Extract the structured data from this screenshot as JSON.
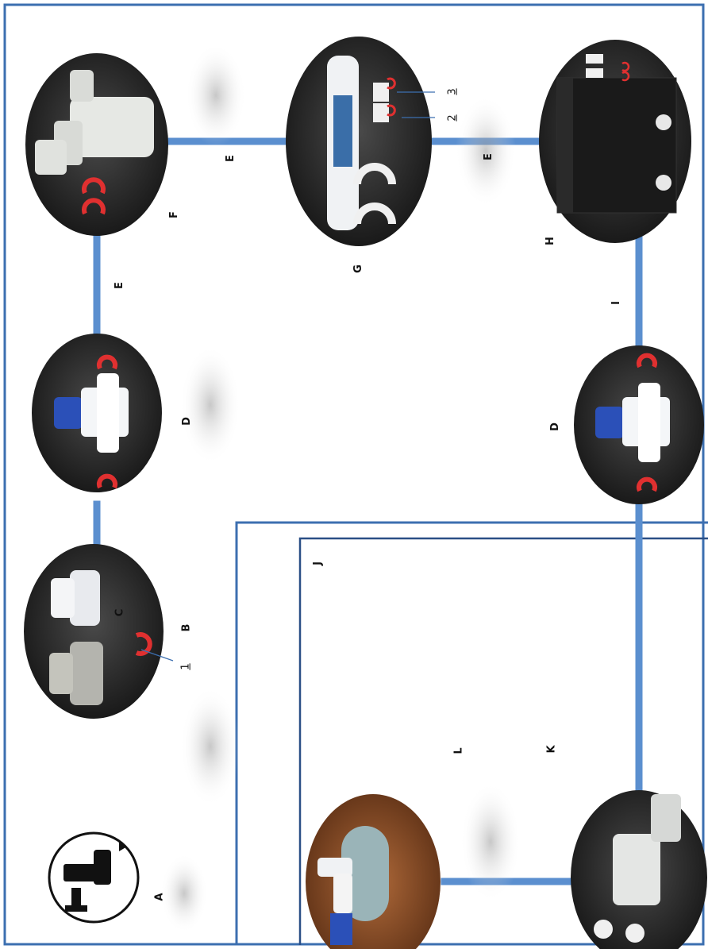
{
  "diagram": {
    "labels": {
      "a": "A",
      "b": "B",
      "c": "C",
      "d_top": "D",
      "e_top": "E",
      "f": "F",
      "e_mid": "E",
      "g": "G",
      "e_low": "E",
      "h": "H",
      "i": "I",
      "d_bottom": "D",
      "j": "J",
      "k": "K",
      "l": "L"
    },
    "callouts": {
      "one": "1",
      "two": "2",
      "three": "3"
    },
    "colors": {
      "pipe": "#5b8fcf",
      "frame": "#3c6fb0",
      "clip": "#e03030",
      "photo_bg": "#2b2b2b"
    },
    "components": {
      "a": "tap-icon",
      "b": "adapter-fittings-photo",
      "d": "shutoff-valve-photo",
      "f": "pressure-regulator-photo",
      "g": "inline-filter-photo",
      "h": "electronics-unit-photo",
      "k": "solenoid-valve-photo",
      "l": "fridge-connection-photo"
    }
  }
}
